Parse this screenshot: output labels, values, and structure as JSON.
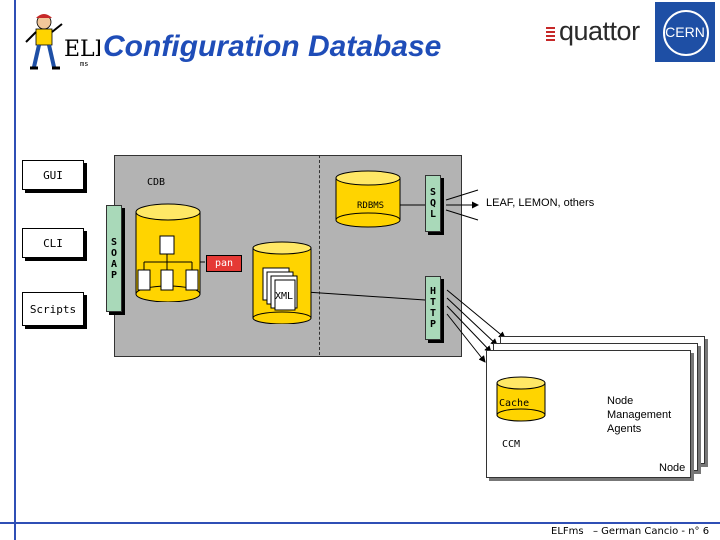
{
  "title": "Configuration Database",
  "logos": {
    "quattor": "quattor",
    "cern": "CERN",
    "elf_suffix": "ms"
  },
  "inputs": {
    "gui": "GUI",
    "cli": "CLI",
    "scripts": "Scripts"
  },
  "cdb": {
    "label": "CDB",
    "soap": "S O A P",
    "rdbms": "RDBMS",
    "sql": "S Q L",
    "pan": "pan",
    "xml": "XML",
    "http": "H T T P"
  },
  "consumers": "LEAF, LEMON, others",
  "node": {
    "cache": "Cache",
    "ccm": "CCM",
    "agents": "Node Management Agents",
    "label": "Node"
  },
  "footer": {
    "left": "ELFms",
    "right": "– German Cancio - n° 6"
  },
  "colors": {
    "accent_blue": "#1f4db8",
    "db_yellow": "#ffd400",
    "protocol_green": "#a9d9b9",
    "cdb_gray": "#b3b3b3",
    "pan_red": "#e53935"
  }
}
